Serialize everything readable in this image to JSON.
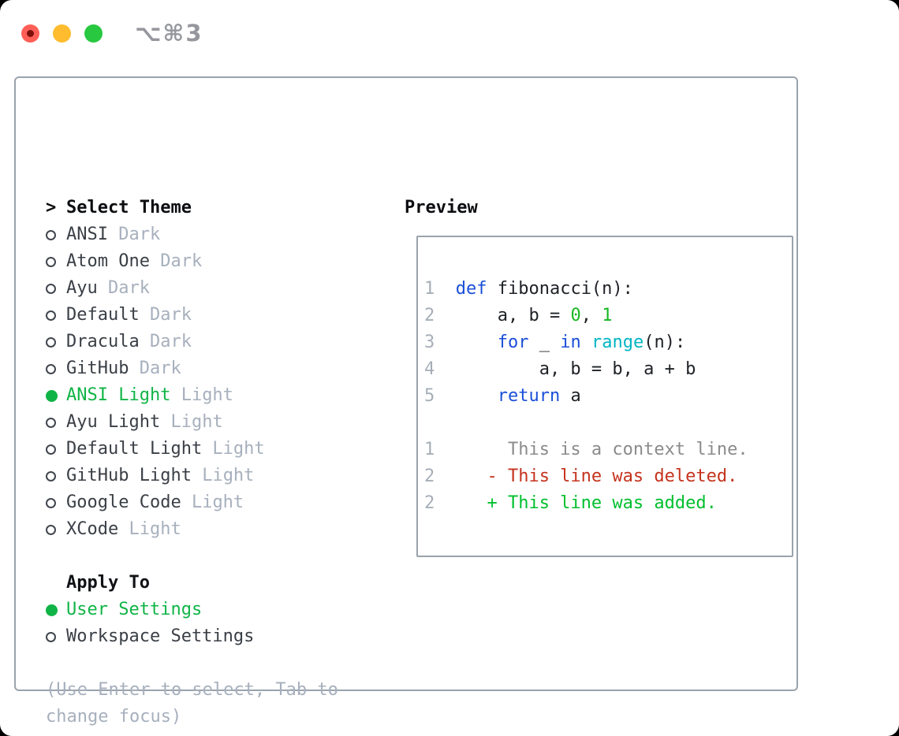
{
  "window": {
    "shortcut": "⌥⌘3"
  },
  "colors": {
    "title": "#0b0d10",
    "item": "#3a3f46",
    "muted": "#a7b0bd",
    "border": "#9aa3ad",
    "bullet_ring": "#41464e",
    "selected_green": "#10b446",
    "add_green": "#00bf2d",
    "del_red": "#c5331d",
    "ctx_gray": "#8b8b8b",
    "kw_blue": "#1b4fd8",
    "builtin_cyan": "#00b5c4",
    "num_green": "#17b722",
    "code_fg": "#1e2126",
    "gutter": "#a6aeb8",
    "shortcut": "#95979d",
    "light_red": "#ff5f57",
    "light_red_dot": "#7d100b",
    "light_yellow": "#febc2e",
    "light_green": "#28c840"
  },
  "theme_panel": {
    "title_prefix": ">",
    "title": "Select Theme",
    "themes": [
      {
        "name": "ANSI",
        "variant": "Dark",
        "selected": false
      },
      {
        "name": "Atom One",
        "variant": "Dark",
        "selected": false
      },
      {
        "name": "Ayu",
        "variant": "Dark",
        "selected": false
      },
      {
        "name": "Default",
        "variant": "Dark",
        "selected": false
      },
      {
        "name": "Dracula",
        "variant": "Dark",
        "selected": false
      },
      {
        "name": "GitHub",
        "variant": "Dark",
        "selected": false
      },
      {
        "name": "ANSI Light",
        "variant": "Light",
        "selected": true
      },
      {
        "name": "Ayu Light",
        "variant": "Light",
        "selected": false
      },
      {
        "name": "Default Light",
        "variant": "Light",
        "selected": false
      },
      {
        "name": "GitHub Light",
        "variant": "Light",
        "selected": false
      },
      {
        "name": "Google Code",
        "variant": "Light",
        "selected": false
      },
      {
        "name": "XCode",
        "variant": "Light",
        "selected": false
      }
    ],
    "apply_to": {
      "title": "Apply To",
      "options": [
        {
          "label": "User Settings",
          "selected": true
        },
        {
          "label": "Workspace Settings",
          "selected": false
        }
      ]
    },
    "hint_lines": [
      "(Use Enter to select, Tab to",
      "change focus)"
    ]
  },
  "preview": {
    "title": "Preview",
    "code_lines": [
      {
        "num": "1",
        "segs": [
          {
            "t": "def",
            "c": "kw"
          },
          {
            "t": " fibonacci(n):",
            "c": "fg"
          }
        ]
      },
      {
        "num": "2",
        "segs": [
          {
            "t": "    a, b = ",
            "c": "fg"
          },
          {
            "t": "0",
            "c": "num"
          },
          {
            "t": ", ",
            "c": "fg"
          },
          {
            "t": "1",
            "c": "num"
          }
        ]
      },
      {
        "num": "3",
        "segs": [
          {
            "t": "    ",
            "c": "fg"
          },
          {
            "t": "for",
            "c": "kw"
          },
          {
            "t": " _ ",
            "c": "fg"
          },
          {
            "t": "in",
            "c": "kw"
          },
          {
            "t": " ",
            "c": "fg"
          },
          {
            "t": "range",
            "c": "fn"
          },
          {
            "t": "(n):",
            "c": "fg"
          }
        ]
      },
      {
        "num": "4",
        "segs": [
          {
            "t": "        a, b = b, a + b",
            "c": "fg"
          }
        ]
      },
      {
        "num": "5",
        "segs": [
          {
            "t": "    ",
            "c": "fg"
          },
          {
            "t": "return",
            "c": "kw"
          },
          {
            "t": " a",
            "c": "fg"
          }
        ]
      },
      {
        "blank": true
      },
      {
        "num": "1",
        "segs": [
          {
            "t": "     This is a context line.",
            "c": "ctx"
          }
        ]
      },
      {
        "num": "2",
        "segs": [
          {
            "t": "   - This line was deleted.",
            "c": "del"
          }
        ]
      },
      {
        "num": "2",
        "segs": [
          {
            "t": "   + This line was added.",
            "c": "add"
          }
        ]
      }
    ]
  }
}
